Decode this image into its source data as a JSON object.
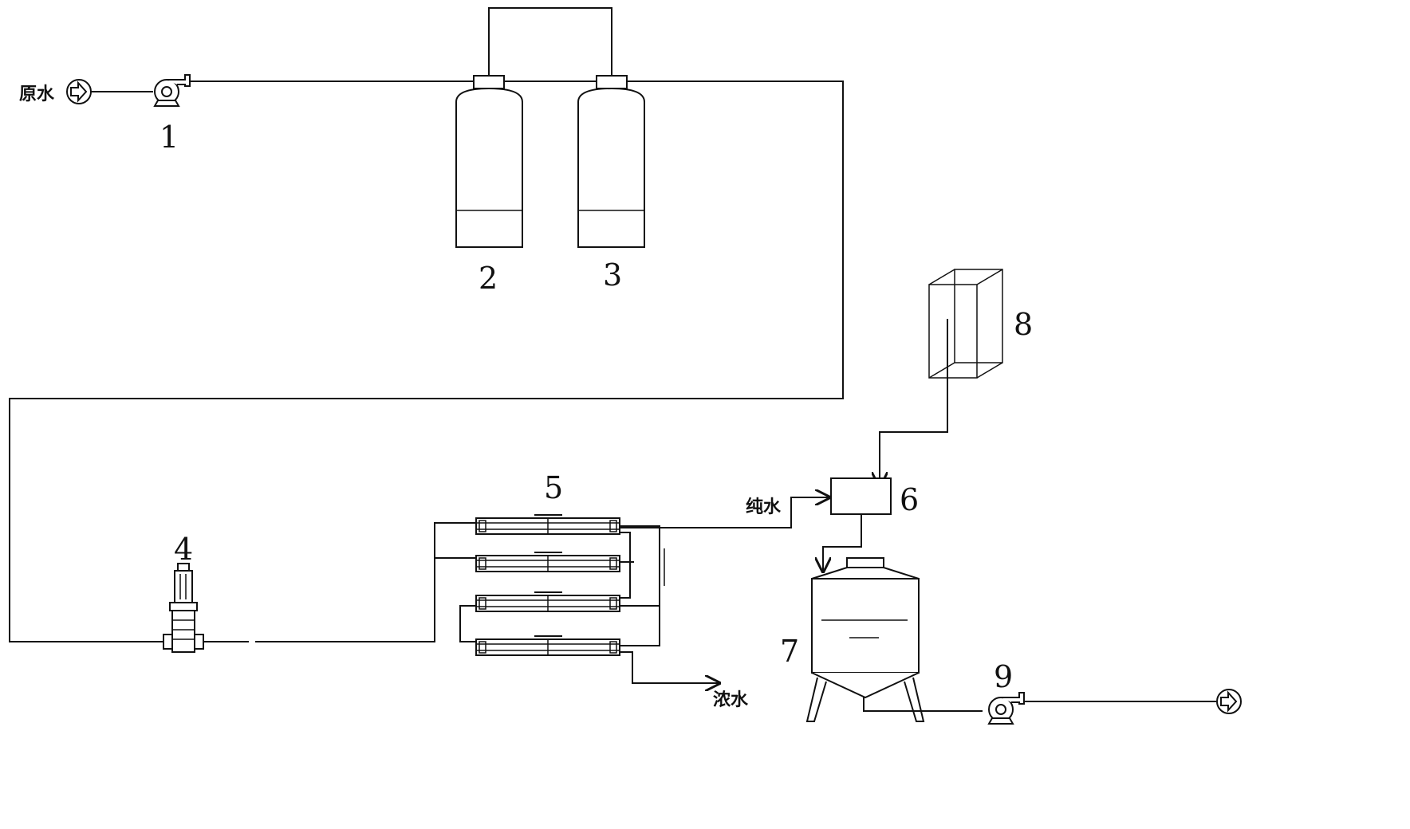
{
  "labels": {
    "raw_water": "原水",
    "pure_water": "纯水",
    "concentrate_water": "浓水"
  },
  "components": {
    "n1": "1",
    "n2": "2",
    "n3": "3",
    "n4": "4",
    "n5": "5",
    "n6": "6",
    "n7": "7",
    "n8": "8",
    "n9": "9"
  }
}
